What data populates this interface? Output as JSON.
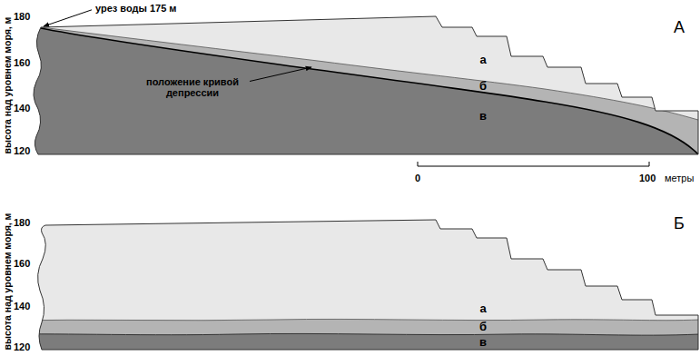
{
  "diagram": {
    "labels": [
      "урез воды 175 м",
      "А",
      "а",
      "положение кривой депрессии",
      "б",
      "в",
      "180",
      "160",
      "140",
      "120",
      "высота над уровнем моря, м",
      "0",
      "100",
      "метры",
      "Б",
      "а",
      "б",
      "в",
      "180",
      "160",
      "140",
      "120",
      "высота над уровнем моря, м"
    ]
  }
}
